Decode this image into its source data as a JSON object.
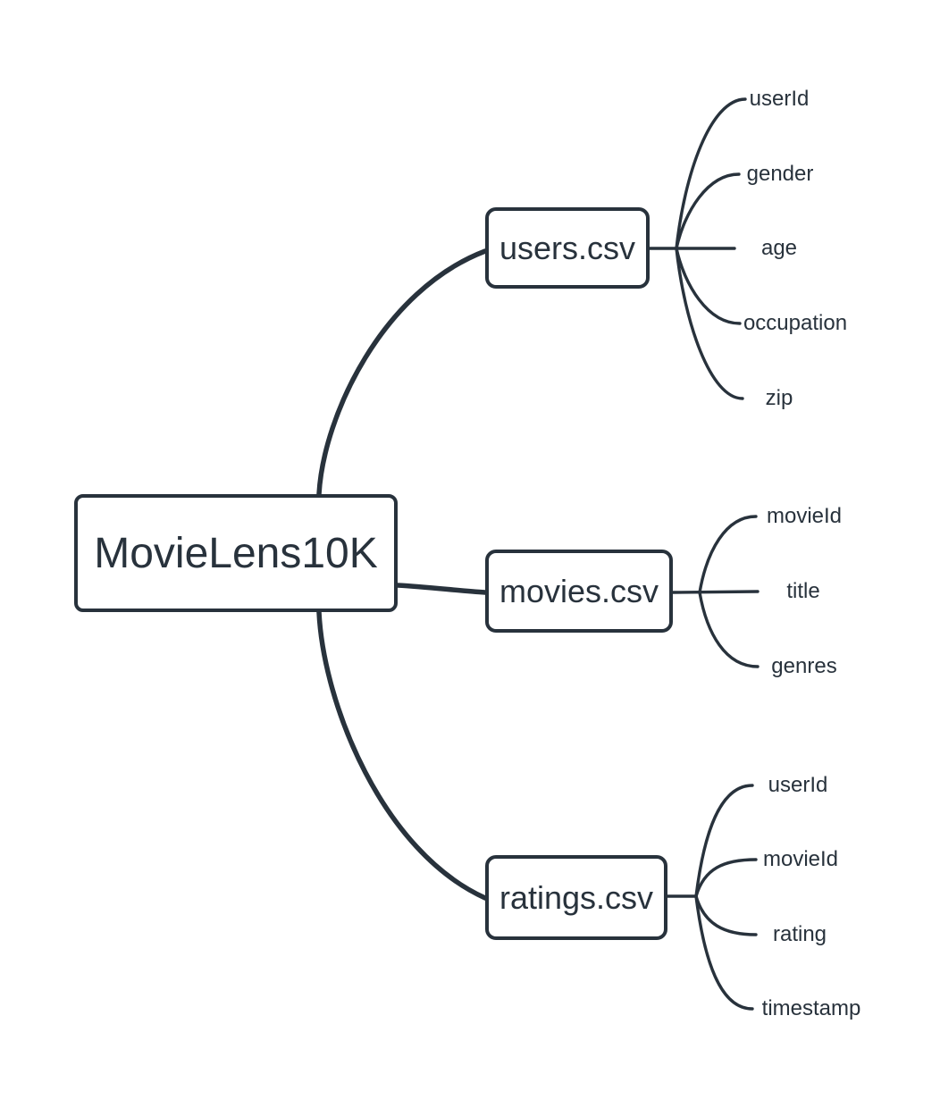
{
  "diagram": {
    "type": "mindmap",
    "root": {
      "label": "MovieLens10K"
    },
    "branches": [
      {
        "label": "users.csv",
        "children": [
          "userId",
          "gender",
          "age",
          "occupation",
          "zip"
        ]
      },
      {
        "label": "movies.csv",
        "children": [
          "movieId",
          "title",
          "genres"
        ]
      },
      {
        "label": "ratings.csv",
        "children": [
          "userId",
          "movieId",
          "rating",
          "timestamp"
        ]
      }
    ]
  },
  "colors": {
    "stroke": "#28323c",
    "text": "#28323c",
    "node_fill": "#ffffff",
    "background": "#ffffff"
  }
}
